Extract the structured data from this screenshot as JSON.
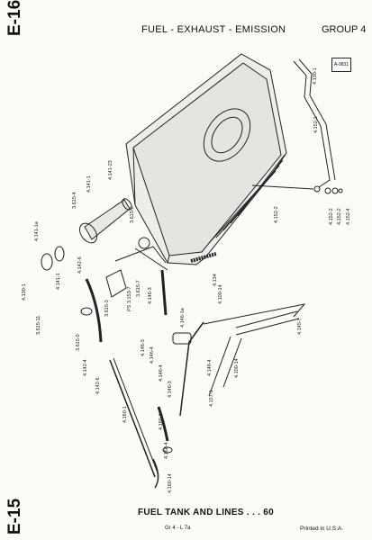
{
  "page": {
    "tab_top": "E-16",
    "tab_bottom": "E-15",
    "header_title": "FUEL - EXHAUST - EMISSION",
    "group": "GROUP 4",
    "ref_code": "A-9831",
    "footer_title": "FUEL TANK AND LINES . . . 60",
    "footer_code": "Gr 4 - L 7a",
    "printed": "Printed in U.S.A."
  },
  "callouts": [
    {
      "id": "c1",
      "text": "4.130-1"
    },
    {
      "id": "c2",
      "text": "4.152-1"
    },
    {
      "id": "c3",
      "text": "4.141-23"
    },
    {
      "id": "c4",
      "text": "4.141-1"
    },
    {
      "id": "c5",
      "text": "3.615-4"
    },
    {
      "id": "c6",
      "text": "4.141-1a"
    },
    {
      "id": "c7",
      "text": "3.615-9"
    },
    {
      "id": "c8",
      "text": "4.152-2"
    },
    {
      "id": "c9",
      "text": "4.152-2"
    },
    {
      "id": "c10",
      "text": "4.152-2"
    },
    {
      "id": "c11",
      "text": "4.152-4"
    },
    {
      "id": "c12",
      "text": "4.130-1"
    },
    {
      "id": "c13",
      "text": "4.141-1"
    },
    {
      "id": "c14",
      "text": "4.142-6"
    },
    {
      "id": "c15",
      "text": "3.615-11"
    },
    {
      "id": "c16",
      "text": "3.615-3"
    },
    {
      "id": "c17",
      "text": "PS 3.153-7"
    },
    {
      "id": "c18",
      "text": "3.615-7"
    },
    {
      "id": "c19",
      "text": "4.146-3"
    },
    {
      "id": "c20",
      "text": "4.134"
    },
    {
      "id": "c21",
      "text": "4.100-14"
    },
    {
      "id": "c22",
      "text": "4.146-1a"
    },
    {
      "id": "c23",
      "text": "4.145-7"
    },
    {
      "id": "c24",
      "text": "3.615-0"
    },
    {
      "id": "c25",
      "text": "4.142-4"
    },
    {
      "id": "c26",
      "text": "4.142-6"
    },
    {
      "id": "c27",
      "text": "4.146-3"
    },
    {
      "id": "c28",
      "text": "4.146-4"
    },
    {
      "id": "c29",
      "text": "4.146-4"
    },
    {
      "id": "c30",
      "text": "4.146-3"
    },
    {
      "id": "c31",
      "text": "4.146-4"
    },
    {
      "id": "c32",
      "text": "4.100-14"
    },
    {
      "id": "c33",
      "text": "4.157-1"
    },
    {
      "id": "c34",
      "text": "4.160-1"
    },
    {
      "id": "c35",
      "text": "4.160-6"
    },
    {
      "id": "c36",
      "text": "4.160-4"
    },
    {
      "id": "c37",
      "text": "4.160-14"
    }
  ]
}
